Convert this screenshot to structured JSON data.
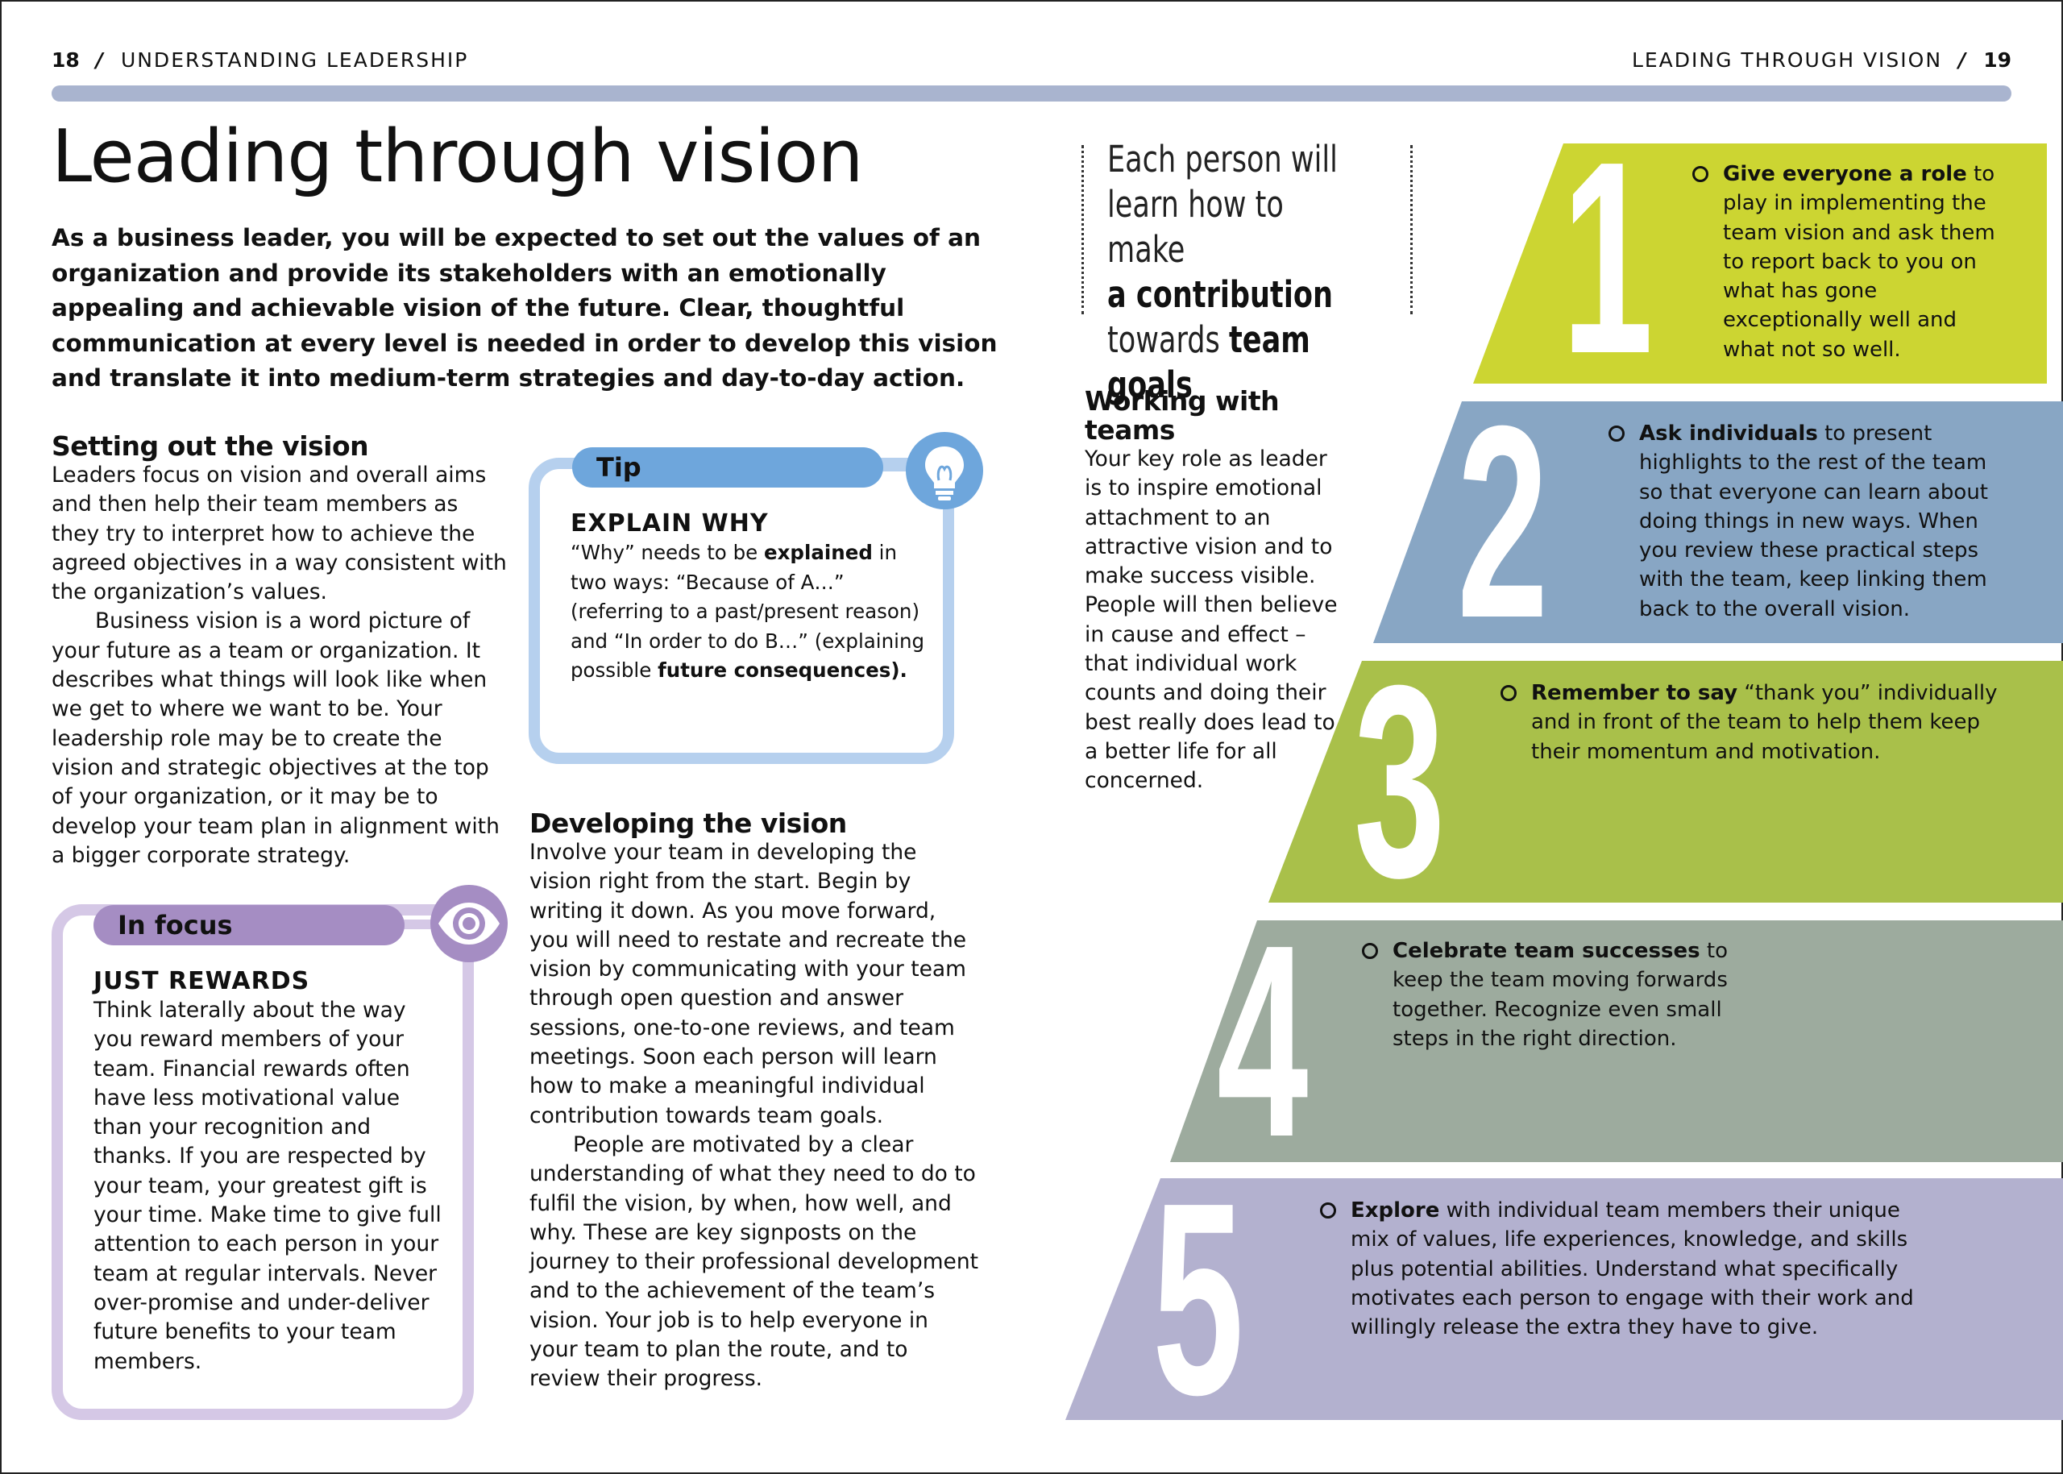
{
  "header": {
    "left_page_number": "18",
    "left_section": "UNDERSTANDING LEADERSHIP",
    "right_section": "LEADING THROUGH VISION",
    "right_page_number": "19",
    "separator": "/"
  },
  "title": "Leading through vision",
  "intro": "As a business leader, you will be expected to set out the values of an organization and provide its stakeholders with an emotionally appealing and achievable vision of the future. Clear, thoughtful communication at every level is needed in order to develop this vision and translate it into medium-term strategies and day-to-day action.",
  "setting": {
    "heading": "Setting out the vision",
    "p1": "Leaders focus on vision and overall aims and then help their team members as they try to interpret how to achieve the agreed objectives in a way consistent with the organization’s values.",
    "p2": "Business vision is a word picture of your future as a team or organization. It describes what things will look like when we get to where we want to be. Your leadership role may be to create the vision and strategic objectives at the top of your organization, or it may be to develop your team plan in alignment with a bigger corporate strategy."
  },
  "tip": {
    "label": "Tip",
    "heading": "EXPLAIN WHY",
    "t1": "“Why” needs to be ",
    "t1b": "explained",
    "t2": " in two ways: “Because of A…” (referring to a past/present reason) and “In order to do B…” (explaining possible ",
    "t2b": "future consequences).",
    "icon": "lightbulb-icon"
  },
  "focus": {
    "label": "In focus",
    "heading": "JUST REWARDS",
    "text": "Think laterally about the way you reward members of your team. Financial rewards often have less motivational value than your recognition and thanks. If you are respected by your team, your greatest gift is your time. Make time to give full attention to each person in your team at regular intervals. Never over-promise and under-deliver future benefits to your team members.",
    "icon": "eye-icon"
  },
  "developing": {
    "heading": "Developing the vision",
    "p1": "Involve your team in developing the vision right from the start. Begin by writing it down. As you move forward, you will need to restate and recreate the vision by communicating with your team through open question and answer sessions, one-to-one reviews, and team meetings. Soon each person will learn how to make a meaningful individual contribution towards team goals.",
    "p2": "People are motivated by a clear understanding of what they need to do to fulfil the vision, by when, how well, and why. These are key signposts on the journey to their professional development and to the achievement of the team’s vision. Your job is to help everyone in your team to plan the route, and to review their progress."
  },
  "quote": {
    "l1": "Each person will",
    "l2": "learn how to make",
    "l3b": "a contribution",
    "l4": "towards ",
    "l4b": "team goals"
  },
  "teams": {
    "heading": "Working with teams",
    "text": "Your key role as leader is to inspire emotional attachment to an attractive vision and to make success visible. People will then believe in cause and effect – that individual work counts and doing their best really does lead to a better life for all concerned."
  },
  "steps": [
    {
      "number": "1",
      "bold": "Give everyone a role",
      "text": " to play in implementing the team vision and ask them to report back to you on what has gone exceptionally well and what not so well.",
      "color": "#ccd532"
    },
    {
      "number": "2",
      "bold": "Ask individuals",
      "text": " to present highlights to the rest of the team so that everyone can learn about doing things in new ways. When you review these practical steps with the team, keep linking them back to the overall vision.",
      "color": "#88a6c4"
    },
    {
      "number": "3",
      "bold": "Remember to say",
      "text": " “thank you” individually and in front of the team to help them keep their momentum and motivation.",
      "color": "#a9c04a"
    },
    {
      "number": "4",
      "bold": "Celebrate team successes",
      "text": " to keep the team moving forwards together. Recognize even small steps in the right direction.",
      "color": "#9dab9e"
    },
    {
      "number": "5",
      "bold": "Explore",
      "text": " with individual team members their unique mix of values, life experiences, knowledge, and skills plus potential abilities. Understand what specifically motivates each person to engage with their work and willingly release the extra they have to give.",
      "color": "#b3b1cf"
    }
  ],
  "colors": {
    "rule": "#a9b4cf",
    "tip_blue": "#6ea6dc",
    "tip_light": "#b6d0ee",
    "focus_purple": "#a58dc3",
    "focus_light": "#d5c8e6"
  }
}
